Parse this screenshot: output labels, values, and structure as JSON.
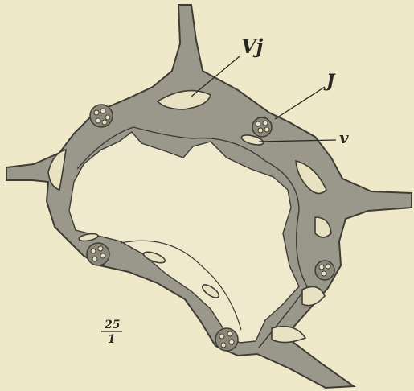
{
  "labels": {
    "vj": "Vj",
    "j": "J",
    "v": "v",
    "mag_num": "25",
    "mag_den": "1"
  },
  "colors": {
    "paper": "#efe9c9",
    "tissue": "#9a988b",
    "outline": "#3e3c34",
    "lumen": "#e9e2c2"
  }
}
